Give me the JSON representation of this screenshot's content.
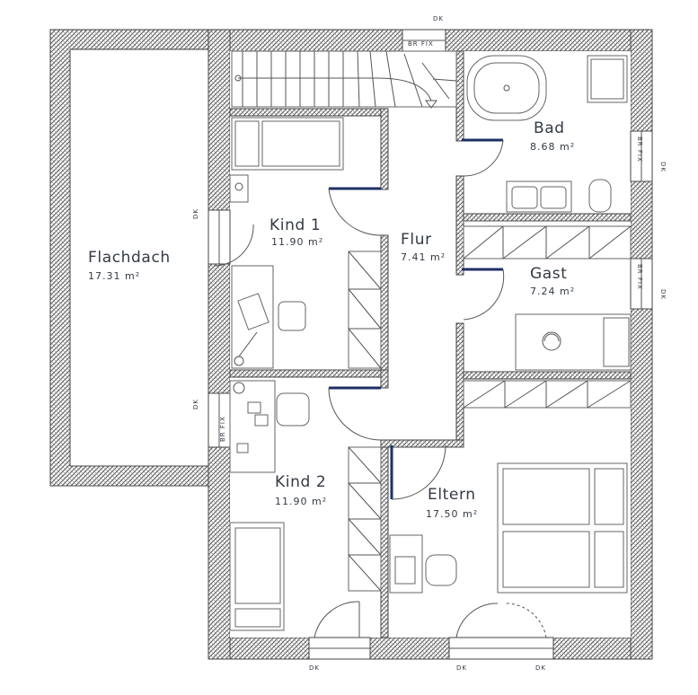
{
  "rooms": {
    "flachdach": {
      "name": "Flachdach",
      "area": "17.31 m²"
    },
    "kind1": {
      "name": "Kind 1",
      "area": "11.90 m²"
    },
    "flur": {
      "name": "Flur",
      "area": "7.41 m²"
    },
    "bad": {
      "name": "Bad",
      "area": "8.68 m²"
    },
    "gast": {
      "name": "Gast",
      "area": "7.24 m²"
    },
    "kind2": {
      "name": "Kind 2",
      "area": "11.90 m²"
    },
    "eltern": {
      "name": "Eltern",
      "area": "17.50 m²"
    }
  },
  "labels": {
    "dk": "DK",
    "brfix": "BR FIX"
  },
  "colors": {
    "wall_hatch": "#555555",
    "door_leaf": "#1f2f66",
    "text": "#333a44"
  }
}
